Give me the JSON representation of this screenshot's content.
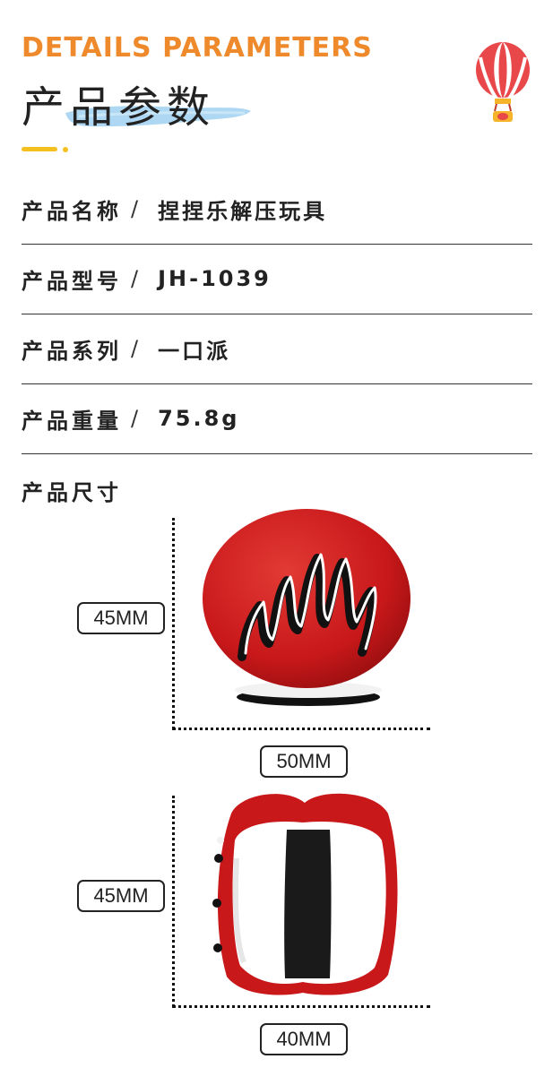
{
  "header": {
    "title_en": "DETAILS PARAMETERS",
    "title_cn": "产品参数"
  },
  "colors": {
    "accent_orange": "#ee8a2c",
    "accent_yellow": "#f4c020",
    "brush_blue": "#9fd0f0",
    "product_red": "#c8181a"
  },
  "params": [
    {
      "key": "产品名称",
      "sep": "/",
      "value": "捏捏乐解压玩具"
    },
    {
      "key": "产品型号",
      "sep": "/",
      "value": "JH-1039"
    },
    {
      "key": "产品系列",
      "sep": "/",
      "value": "一口派"
    },
    {
      "key": "产品重量",
      "sep": "/",
      "value": "75.8g"
    }
  ],
  "size": {
    "title": "产品尺寸",
    "top_view": {
      "height": "45MM",
      "width": "50MM"
    },
    "side_view": {
      "height": "45MM",
      "width": "40MM"
    }
  },
  "icons": {
    "balloon": "hot-air-balloon-icon"
  }
}
